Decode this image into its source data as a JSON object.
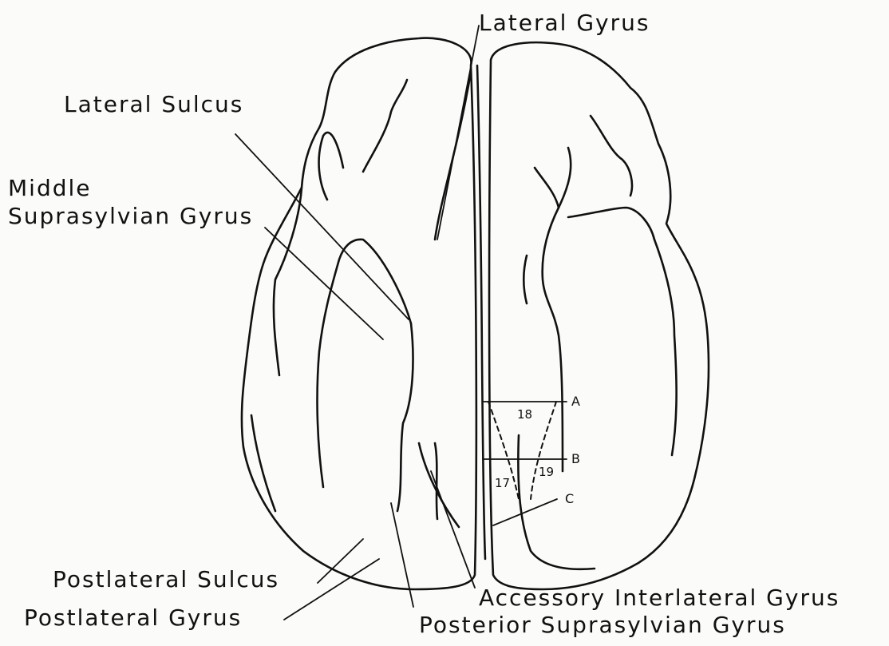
{
  "labels": {
    "lateral_gyrus": "Lateral Gyrus",
    "lateral_sulcus": "Lateral Sulcus",
    "middle": "Middle",
    "suprasylvian_gyrus": "Suprasylvian Gyrus",
    "postlateral_sulcus": "Postlateral Sulcus",
    "postlateral_gyrus": "Postlateral Gyrus",
    "accessory_interlateral_gyrus": "Accessory Interlateral Gyrus",
    "posterior_suprasylvian_gyrus": "Posterior Suprasylvian Gyrus"
  },
  "areas": {
    "area_18": "18",
    "area_17": "17",
    "area_19": "19"
  },
  "section_markers": {
    "a": "A",
    "b": "B",
    "c": "C"
  }
}
